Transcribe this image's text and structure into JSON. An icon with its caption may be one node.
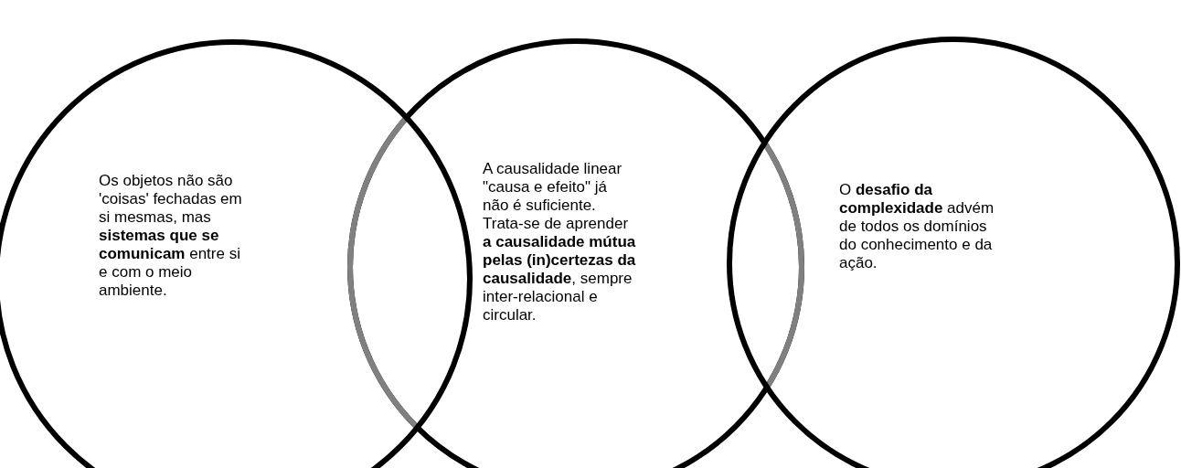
{
  "diagram": {
    "nodes": [
      {
        "text": [
          "Os objetos não são 'coisas' fechadas em si mesmas, mas **sistemas que se comunicam** entre si e com o meio ambiente."
        ]
      },
      {
        "text": [
          "A causalidade linear \"causa e efeito\" já não é suficiente. Trata-se de aprender **a causalidade mútua pelas (in)certezas da causalidade**, sempre inter-relacional e circular."
        ]
      },
      {
        "text": [
          "O **desafio da complexidade** advém de todos os domínios do conhecimento e da ação."
        ]
      }
    ],
    "edges": []
  }
}
